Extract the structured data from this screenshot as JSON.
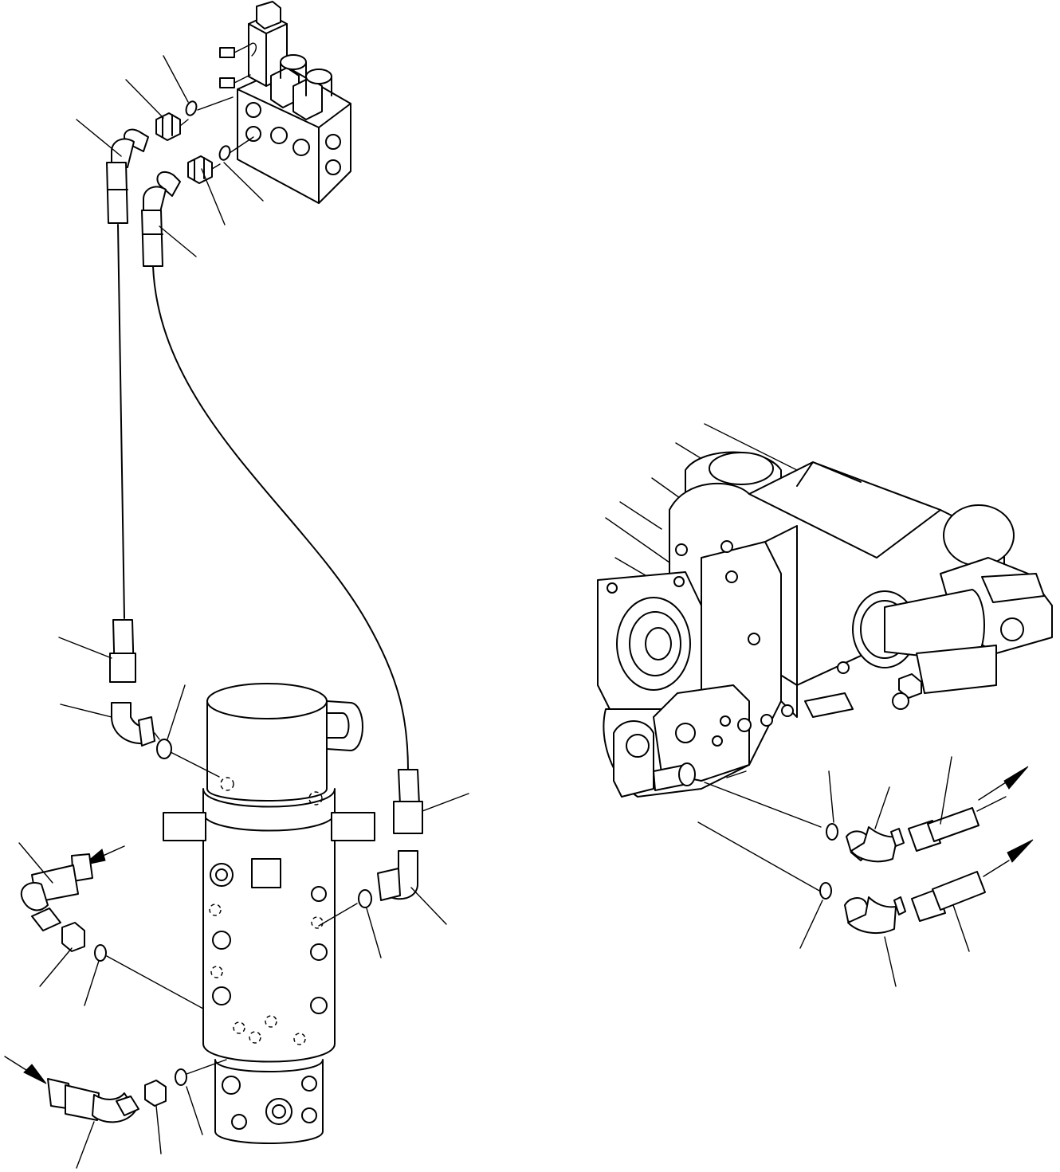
{
  "diagram": {
    "kind": "exploded parts illustration",
    "colors": {
      "line": "#000000",
      "background": "#ffffff"
    },
    "groups": [
      {
        "name": "valve-block-fittings",
        "parts": [
          "connector",
          "o-ring",
          "elbow",
          "hose-end",
          "connector",
          "o-ring",
          "elbow",
          "hose-end"
        ]
      },
      {
        "name": "swivel-joint-fittings",
        "parts": [
          "hose-end",
          "elbow",
          "o-ring",
          "hose-end",
          "elbow",
          "o-ring",
          "hose-end",
          "elbow",
          "connector",
          "o-ring",
          "hose-end",
          "elbow",
          "connector",
          "o-ring"
        ]
      },
      {
        "name": "motor-fittings",
        "parts": [
          "o-ring",
          "elbow",
          "hose-end",
          "o-ring",
          "elbow",
          "hose-end"
        ]
      }
    ],
    "leader_label_text": []
  }
}
